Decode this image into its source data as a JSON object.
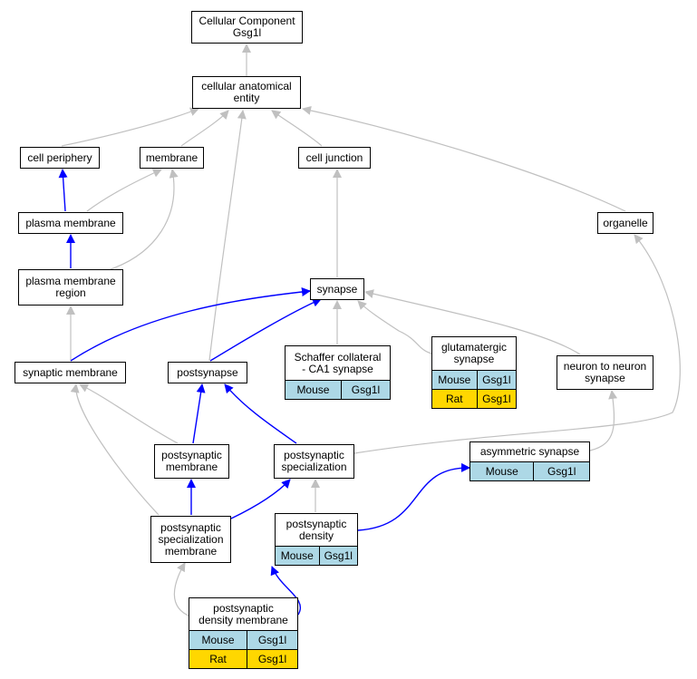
{
  "colors": {
    "is_a_edge": "#c0c0c0",
    "part_of_edge": "#0000ff",
    "mouse_row": "#add8e6",
    "rat_row": "#ffd700"
  },
  "nodes": {
    "root": {
      "label": "Cellular Component\nGsg1l"
    },
    "cellular_anatomical_entity": {
      "label": "cellular anatomical\nentity"
    },
    "cell_periphery": {
      "label": "cell periphery"
    },
    "membrane": {
      "label": "membrane"
    },
    "cell_junction": {
      "label": "cell junction"
    },
    "organelle": {
      "label": "organelle"
    },
    "plasma_membrane": {
      "label": "plasma membrane"
    },
    "plasma_membrane_region": {
      "label": "plasma membrane\nregion"
    },
    "synapse": {
      "label": "synapse"
    },
    "synaptic_membrane": {
      "label": "synaptic membrane"
    },
    "postsynapse": {
      "label": "postsynapse"
    },
    "schaffer_collateral": {
      "label": "Schaffer collateral\n- CA1 synapse",
      "rows": [
        {
          "species": "Mouse",
          "gene": "Gsg1l",
          "color": "mouse"
        }
      ]
    },
    "glutamatergic_synapse": {
      "label": "glutamatergic\nsynapse",
      "rows": [
        {
          "species": "Mouse",
          "gene": "Gsg1l",
          "color": "mouse"
        },
        {
          "species": "Rat",
          "gene": "Gsg1l",
          "color": "rat"
        }
      ]
    },
    "neuron_to_neuron_synapse": {
      "label": "neuron to neuron\nsynapse"
    },
    "postsynaptic_membrane": {
      "label": "postsynaptic\nmembrane"
    },
    "postsynaptic_specialization": {
      "label": "postsynaptic\nspecialization"
    },
    "asymmetric_synapse": {
      "label": "asymmetric synapse",
      "rows": [
        {
          "species": "Mouse",
          "gene": "Gsg1l",
          "color": "mouse"
        }
      ]
    },
    "postsynaptic_specialization_membrane": {
      "label": "postsynaptic\nspecialization\nmembrane"
    },
    "postsynaptic_density": {
      "label": "postsynaptic\ndensity",
      "rows": [
        {
          "species": "Mouse",
          "gene": "Gsg1l",
          "color": "mouse"
        }
      ]
    },
    "postsynaptic_density_membrane": {
      "label": "postsynaptic\ndensity membrane",
      "rows": [
        {
          "species": "Mouse",
          "gene": "Gsg1l",
          "color": "mouse"
        },
        {
          "species": "Rat",
          "gene": "Gsg1l",
          "color": "rat"
        }
      ]
    }
  },
  "edges": [
    {
      "from": "cellular_anatomical_entity",
      "to": "root",
      "kind": "is_a"
    },
    {
      "from": "cell_periphery",
      "to": "cellular_anatomical_entity",
      "kind": "is_a"
    },
    {
      "from": "membrane",
      "to": "cellular_anatomical_entity",
      "kind": "is_a"
    },
    {
      "from": "cell_junction",
      "to": "cellular_anatomical_entity",
      "kind": "is_a"
    },
    {
      "from": "organelle",
      "to": "cellular_anatomical_entity",
      "kind": "is_a"
    },
    {
      "from": "postsynapse",
      "to": "cellular_anatomical_entity",
      "kind": "is_a"
    },
    {
      "from": "plasma_membrane",
      "to": "cell_periphery",
      "kind": "part_of"
    },
    {
      "from": "plasma_membrane",
      "to": "membrane",
      "kind": "is_a"
    },
    {
      "from": "plasma_membrane_region",
      "to": "plasma_membrane",
      "kind": "part_of"
    },
    {
      "from": "plasma_membrane_region",
      "to": "membrane",
      "kind": "is_a"
    },
    {
      "from": "synapse",
      "to": "cell_junction",
      "kind": "is_a"
    },
    {
      "from": "synaptic_membrane",
      "to": "plasma_membrane_region",
      "kind": "is_a"
    },
    {
      "from": "synaptic_membrane",
      "to": "synapse",
      "kind": "part_of"
    },
    {
      "from": "postsynapse",
      "to": "synapse",
      "kind": "part_of"
    },
    {
      "from": "schaffer_collateral",
      "to": "synapse",
      "kind": "is_a"
    },
    {
      "from": "glutamatergic_synapse",
      "to": "synapse",
      "kind": "is_a"
    },
    {
      "from": "neuron_to_neuron_synapse",
      "to": "synapse",
      "kind": "is_a"
    },
    {
      "from": "postsynaptic_membrane",
      "to": "postsynapse",
      "kind": "part_of"
    },
    {
      "from": "postsynaptic_membrane",
      "to": "synaptic_membrane",
      "kind": "is_a"
    },
    {
      "from": "postsynaptic_specialization",
      "to": "postsynapse",
      "kind": "part_of"
    },
    {
      "from": "postsynaptic_specialization",
      "to": "organelle",
      "kind": "is_a"
    },
    {
      "from": "asymmetric_synapse",
      "to": "neuron_to_neuron_synapse",
      "kind": "is_a"
    },
    {
      "from": "postsynaptic_specialization_membrane",
      "to": "postsynaptic_membrane",
      "kind": "part_of"
    },
    {
      "from": "postsynaptic_specialization_membrane",
      "to": "postsynaptic_specialization",
      "kind": "part_of"
    },
    {
      "from": "postsynaptic_specialization_membrane",
      "to": "synaptic_membrane",
      "kind": "is_a"
    },
    {
      "from": "postsynaptic_density",
      "to": "postsynaptic_specialization",
      "kind": "is_a"
    },
    {
      "from": "postsynaptic_density",
      "to": "asymmetric_synapse",
      "kind": "part_of"
    },
    {
      "from": "postsynaptic_density_membrane",
      "to": "postsynaptic_specialization_membrane",
      "kind": "is_a"
    },
    {
      "from": "postsynaptic_density_membrane",
      "to": "postsynaptic_density",
      "kind": "part_of"
    }
  ]
}
